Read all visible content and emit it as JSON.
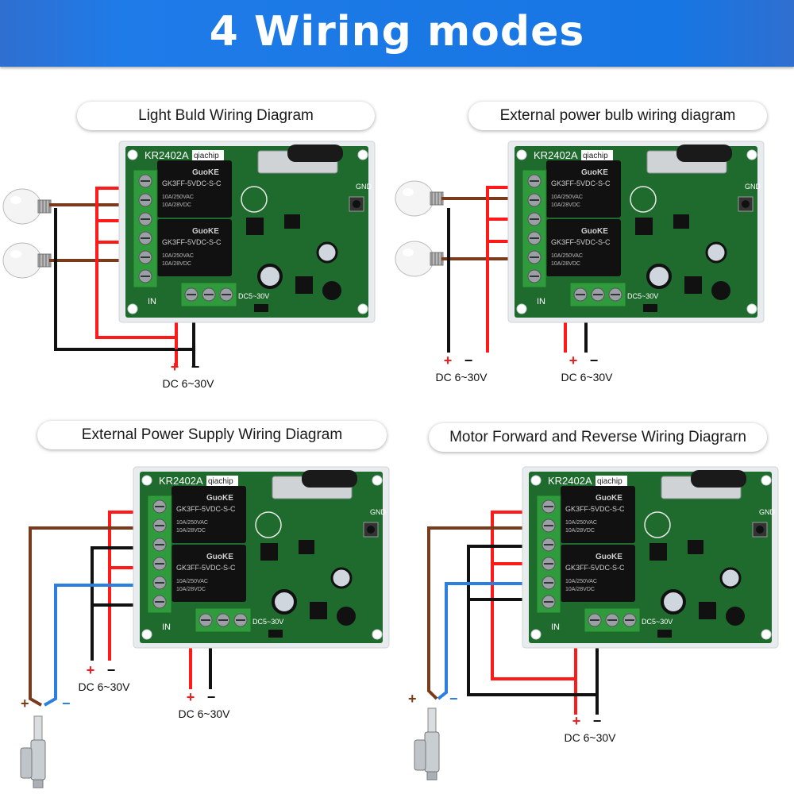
{
  "header": {
    "title": "4 Wiring modes"
  },
  "colors": {
    "banner": "#1676e3",
    "board": "#1f6b2e",
    "wire_red": "#ff1a1a",
    "wire_black": "#111111",
    "wire_brown": "#7a3b1c",
    "wire_blue": "#2b7fe0"
  },
  "board": {
    "model": "KR2402A",
    "brand": "qiachip",
    "relay_brand": "GuoKE",
    "relay_model": "GK3FF-5VDC-S-C",
    "relay_rating1": "10A/250VAC",
    "relay_rating2": "10A/28VDC",
    "in_label": "IN",
    "dc_label": "DC5~30V",
    "gnd_label": "GND"
  },
  "panels": [
    {
      "title": "Light Buld Wiring Diagram",
      "supply": {
        "plus": "+",
        "minus": "−",
        "label": "DC 6~30V"
      }
    },
    {
      "title": "External power bulb wiring diagram",
      "supply": {
        "plus": "+",
        "minus": "−",
        "label": "DC 6~30V"
      },
      "supply2": {
        "plus": "+",
        "minus": "−",
        "label": "DC 6~30V"
      }
    },
    {
      "title": "External Power Supply Wiring Diagram",
      "supply": {
        "plus": "+",
        "minus": "−",
        "label": "DC 6~30V"
      },
      "supply2": {
        "plus": "+",
        "minus": "−",
        "label": "DC 6~30V"
      },
      "motor": {
        "plus": "+",
        "minus": "−"
      }
    },
    {
      "title": "Motor Forward and Reverse Wiring Diagrarn",
      "supply": {
        "plus": "+",
        "minus": "−",
        "label": "DC 6~30V"
      },
      "motor": {
        "plus": "+",
        "minus": "−"
      }
    }
  ]
}
